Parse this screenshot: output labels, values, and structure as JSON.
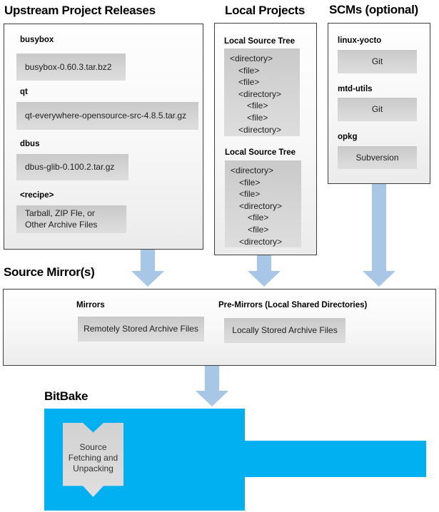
{
  "upstream": {
    "title": "Upstream Project Releases",
    "entries": [
      {
        "label": "busybox",
        "content": "busybox-0.60.3.tar.bz2"
      },
      {
        "label": "qt",
        "content": "qt-everywhere-opensource-src-4.8.5.tar.gz"
      },
      {
        "label": "dbus",
        "content": "dbus-glib-0.100.2.tar.gz"
      },
      {
        "label": "<recipe>",
        "content": "Tarball, ZIP Fle, or\nOther Archive Files"
      }
    ]
  },
  "local_projects": {
    "title": "Local Projects",
    "sections": [
      {
        "label": "Local Source Tree",
        "tree": [
          "<directory>",
          "<file>",
          "<file>",
          "<directory>",
          "<file>",
          "<file>",
          "<directory>"
        ]
      },
      {
        "label": "Local Source Tree",
        "tree": [
          "<directory>",
          "<file>",
          "<file>",
          "<directory>",
          "<file>",
          "<file>",
          "<directory>"
        ]
      }
    ]
  },
  "scms": {
    "title": "SCMs (optional)",
    "entries": [
      {
        "label": "linux-yocto",
        "content": "Git"
      },
      {
        "label": "mtd-utils",
        "content": "Git"
      },
      {
        "label": "opkg",
        "content": "Subversion"
      }
    ]
  },
  "source_mirrors": {
    "title": "Source Mirror(s)",
    "mirrors_label": "Mirrors",
    "mirrors_content": "Remotely Stored Archive Files",
    "premirrors_label": "Pre-Mirrors (Local Shared Directories)",
    "premirrors_content": "Locally Stored Archive Files"
  },
  "bitbake": {
    "title": "BitBake",
    "ribbon": "Source\nFetching and\nUnpacking"
  },
  "colors": {
    "process_cyan": "#00b0f0",
    "flow_arrow_blue": "#a8c6e6",
    "item_box_gray": "#d2d2d2",
    "panel_border": "#3f3f3f"
  }
}
